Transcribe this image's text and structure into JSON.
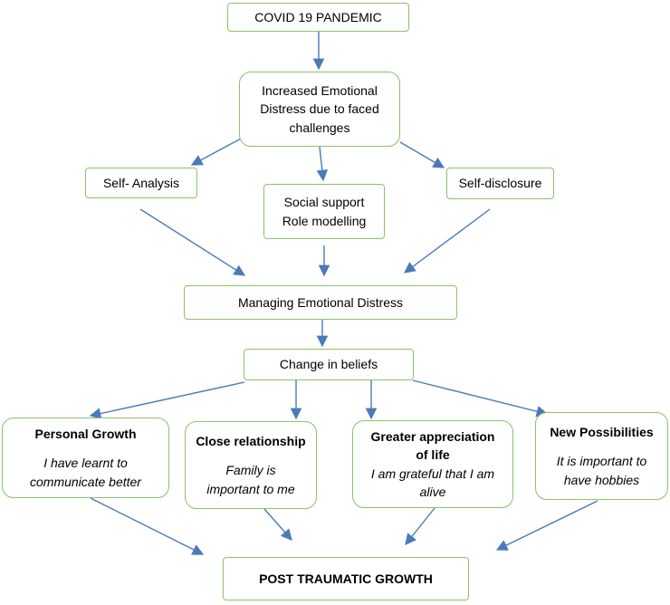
{
  "nodes": {
    "covid": "COVID 19 PANDEMIC",
    "distress": [
      "Increased Emotional",
      "Distress due to faced",
      "challenges"
    ],
    "self_analysis": "Self- Analysis",
    "social": [
      "Social support",
      "Role modelling"
    ],
    "self_disclosure": "Self-disclosure",
    "managing": "Managing Emotional Distress",
    "beliefs": "Change in beliefs",
    "personal_growth": {
      "title": "Personal Growth",
      "text": [
        "I have learnt to",
        "communicate better"
      ]
    },
    "close_relationship": {
      "title": "Close relationship",
      "text": [
        "Family is",
        "important to me"
      ]
    },
    "appreciation": {
      "title": [
        "Greater appreciation",
        "of life"
      ],
      "text": [
        "I am grateful that I am",
        "alive"
      ]
    },
    "possibilities": {
      "title": "New Possibilities",
      "text": [
        "It is important to",
        "have hobbies"
      ]
    },
    "ptg": "POST TRAUMATIC GROWTH"
  },
  "style": {
    "border_color": "#8cc268",
    "arrow_color": "#4a7ab8"
  }
}
